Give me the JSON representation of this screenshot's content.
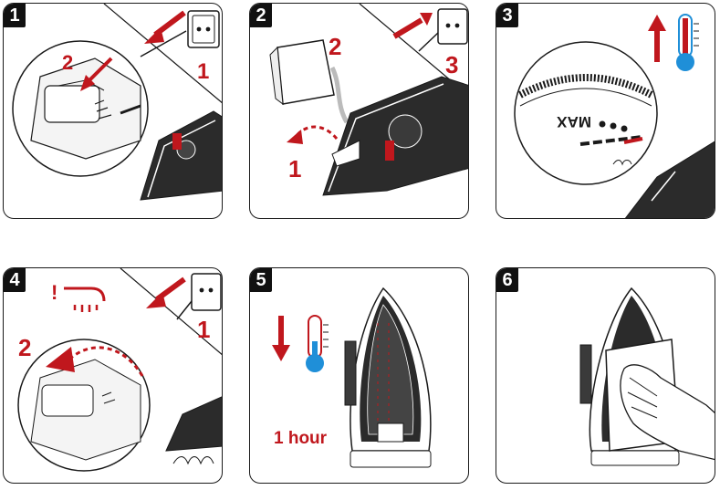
{
  "panels": [
    {
      "number": "1",
      "callouts": [
        "1",
        "2"
      ]
    },
    {
      "number": "2",
      "callouts": [
        "1",
        "2",
        "3"
      ]
    },
    {
      "number": "3",
      "dial_label": "MAX"
    },
    {
      "number": "4",
      "callouts": [
        "1",
        "2"
      ]
    },
    {
      "number": "5",
      "duration": "1 hour"
    },
    {
      "number": "6"
    }
  ],
  "colors": {
    "accent_red": "#c0171d",
    "thermo_blue": "#1f8fd8",
    "line": "#1a1a1a"
  }
}
